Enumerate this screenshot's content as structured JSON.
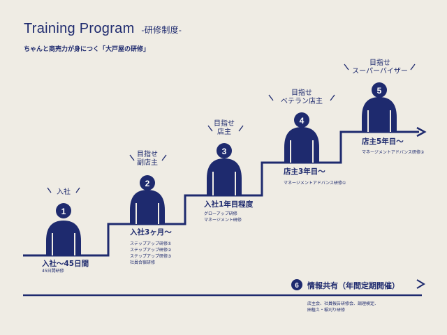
{
  "header": {
    "title": "Training Program",
    "title_suffix": "-研修制度-",
    "subtitle": "ちゃんと商売力が身につく「大戸屋の研修」"
  },
  "colors": {
    "primary": "#1e2a6e",
    "background": "#efece4"
  },
  "steps": [
    {
      "number": "1",
      "above_lines": [
        "入社"
      ],
      "stage": "入社〜45日間",
      "details": [
        "45日間研修"
      ]
    },
    {
      "number": "2",
      "above_lines": [
        "目指せ",
        "副店主"
      ],
      "stage": "入社3ヶ月〜",
      "details": [
        "ステップアップ研修①",
        "ステップアップ研修②",
        "ステップアップ研修③",
        "社員合宿研修"
      ]
    },
    {
      "number": "3",
      "above_lines": [
        "目指せ",
        "店主"
      ],
      "stage": "入社1年目程度",
      "details": [
        "グローアップ研修",
        "マネージメント研修"
      ]
    },
    {
      "number": "4",
      "above_lines": [
        "目指せ",
        "ベテラン店主"
      ],
      "stage": "店主3年目〜",
      "details": [
        "マネージメントアドバンス研修①"
      ]
    },
    {
      "number": "5",
      "above_lines": [
        "目指せ",
        "スーパーバイザー"
      ],
      "stage": "店主5年目〜",
      "details": [
        "マネージメントアドバンス研修②"
      ]
    }
  ],
  "info": {
    "number": "6",
    "title": "情報共有（年間定期開催）",
    "details": [
      "店主会、社員報告研修会、調理検定、",
      "田植え・稲刈り研修"
    ]
  }
}
